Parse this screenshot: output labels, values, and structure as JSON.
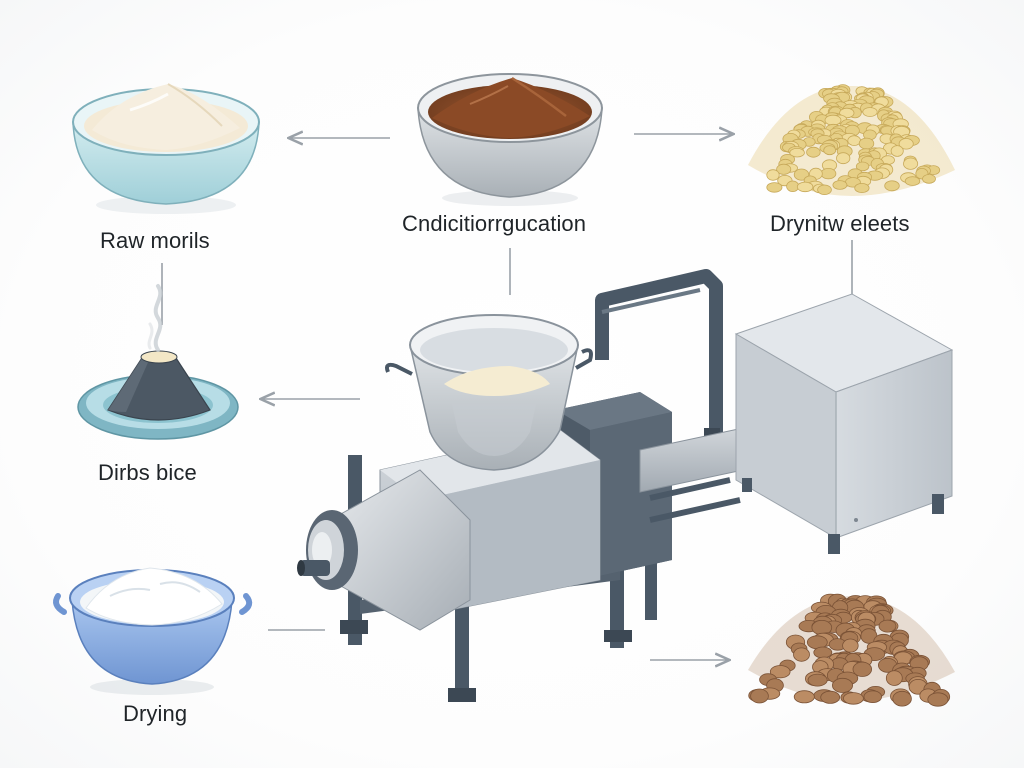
{
  "labels": {
    "raw_materials": "Raw morils",
    "conditioning": "Cndicitiorrgucation",
    "drying_pellets": "Drynitw eleets",
    "dirbs_bice": "Dirbs bice",
    "drying": "Drying"
  },
  "icons": {
    "raw_bowl": "flour-bowl-icon",
    "conditioning_bowl": "powder-bowl-icon",
    "light_pellets": "light-pellet-pile-icon",
    "steam_plate": "steaming-cone-plate-icon",
    "drying_pot": "pot-icon",
    "machine": "pellet-mill-machine-icon",
    "dark_pellets": "dark-pellet-pile-icon"
  },
  "colors": {
    "machine_body": "#b9c0c8",
    "machine_dark": "#4a5866",
    "powder_brown": "#8b4a26",
    "flour_cream": "#f4ead6",
    "light_pellet": "#e6cf86",
    "dark_pellet": "#a87a55",
    "bowl_teal": "#bfe0e6",
    "pot_blue": "#8fb2e4",
    "arrow_gray": "#9aa1a8"
  }
}
